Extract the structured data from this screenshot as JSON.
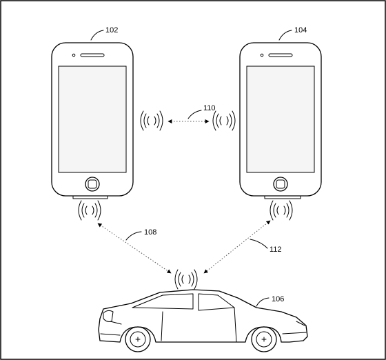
{
  "labels": {
    "phone_left": "102",
    "phone_right": "104",
    "vehicle": "106",
    "link_left_vehicle": "108",
    "link_phones": "110",
    "link_right_vehicle": "112"
  },
  "icons": {
    "phone": "smartphone-icon",
    "vehicle": "car-icon",
    "signal": "wireless-signal-icon",
    "link": "double-headed-dotted-arrow"
  }
}
